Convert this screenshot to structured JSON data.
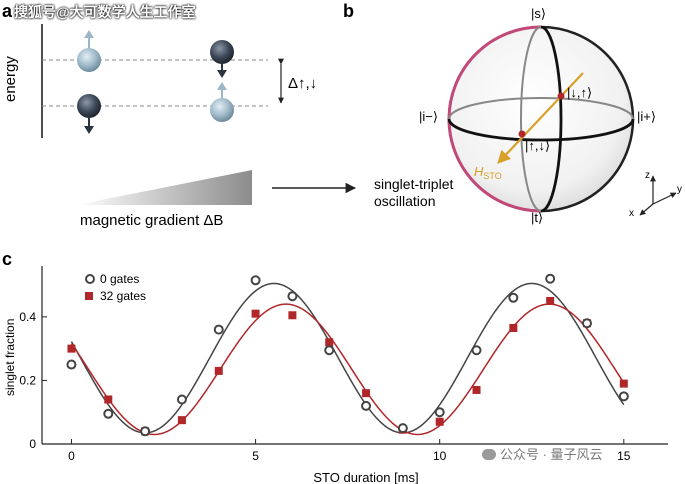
{
  "watermark": "搜狐号@大可数学人生工作室",
  "wechat_watermark": "公众号 · 量子风云",
  "panel_a": {
    "label": "a",
    "ylabel": "energy",
    "delta_label": "Δ↑,↓",
    "gradient_label": "magnetic gradient ΔB"
  },
  "panel_b": {
    "label": "b",
    "arrow_caption_line1": "singlet-triplet",
    "arrow_caption_line2": "oscillation",
    "state_s": "|s⟩",
    "state_t": "|t⟩",
    "state_i_minus": "|i−⟩",
    "state_i_plus": "|i+⟩",
    "state_down_up": "|↓,↑⟩",
    "state_up_down": "|↑,↓⟩",
    "h_sto": "H",
    "h_sto_sub": "STO",
    "axis_z": "z",
    "axis_y": "y",
    "axis_x": "x",
    "colors": {
      "hsto": "#d9a02a",
      "meridian": "#c2487a",
      "point": "#b0272a"
    }
  },
  "panel_c": {
    "label": "c",
    "chart_data": {
      "type": "scatter",
      "xlabel": "STO duration [ms]",
      "ylabel": "singlet fraction",
      "xlim": [
        -0.8,
        16.2
      ],
      "ylim": [
        0,
        0.56
      ],
      "xticks": [
        0,
        5,
        10,
        15
      ],
      "yticks": [
        0,
        0.2,
        0.4
      ],
      "grid": false,
      "legend_position": "top-left",
      "series": [
        {
          "name": "0 gates",
          "marker": "open-circle",
          "color": "#444444",
          "x": [
            0,
            1,
            2,
            3,
            4,
            5,
            6,
            7,
            8,
            9,
            10,
            11,
            12,
            13,
            14,
            15
          ],
          "y": [
            0.25,
            0.095,
            0.04,
            0.14,
            0.36,
            0.515,
            0.465,
            0.295,
            0.12,
            0.05,
            0.1,
            0.295,
            0.46,
            0.52,
            0.38,
            0.15
          ],
          "fit": {
            "offset": 0.27,
            "amplitude": 0.235,
            "period": 7.0,
            "min_at": 2.0
          }
        },
        {
          "name": "32 gates",
          "marker": "square",
          "color": "#b0272a",
          "x": [
            0,
            1,
            2,
            3,
            4,
            5,
            6,
            7,
            8,
            9,
            10,
            11,
            12,
            13,
            14,
            15
          ],
          "y": [
            0.3,
            0.14,
            0.04,
            0.075,
            0.23,
            0.41,
            0.405,
            0.32,
            0.16,
            0.045,
            0.07,
            0.17,
            0.365,
            0.45,
            0.38,
            0.19
          ],
          "fit": {
            "offset": 0.235,
            "amplitude": 0.205,
            "period": 7.15,
            "min_at": 2.25
          }
        }
      ]
    }
  }
}
